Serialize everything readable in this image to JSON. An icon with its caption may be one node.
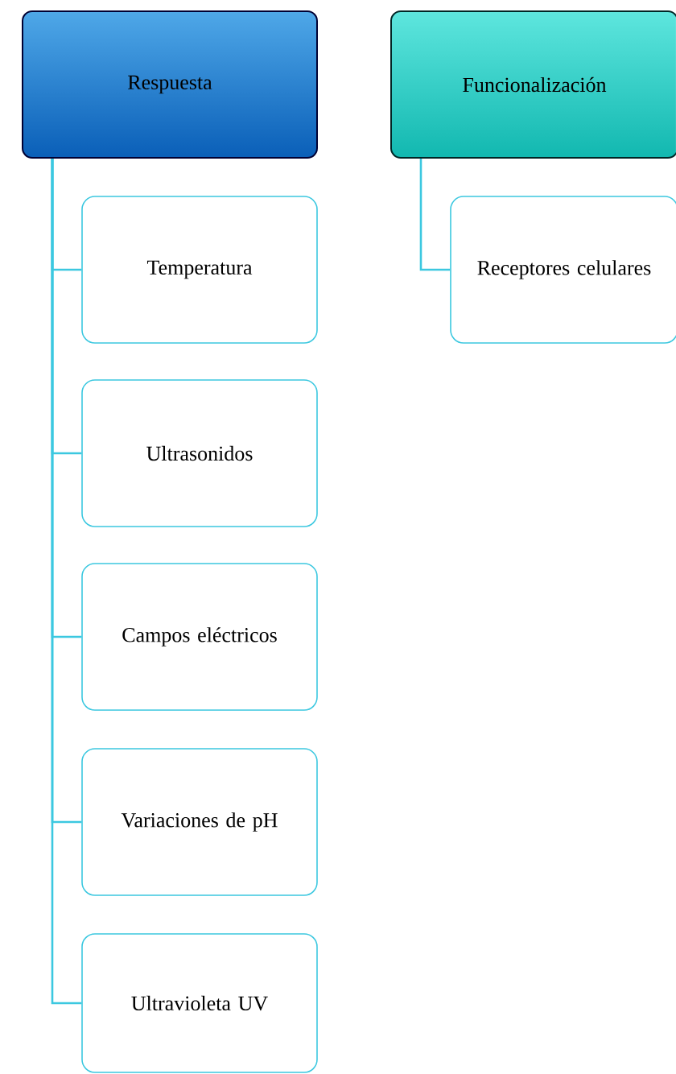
{
  "diagram": {
    "nodes": [
      {
        "text": [
          "Respuesta"
        ]
      },
      {
        "text": [
          "Temperatura"
        ]
      },
      {
        "text": [
          "Ultrasonidos"
        ]
      },
      {
        "text": [
          "Campos eléctricos"
        ]
      },
      {
        "text": [
          "Variaciones de pH"
        ]
      },
      {
        "text": [
          "Ultravioleta UV"
        ]
      },
      {
        "text": [
          "Funcionalización"
        ]
      },
      {
        "text": [
          "Receptores celulares"
        ]
      }
    ],
    "edges": [
      {
        "from": 0,
        "to": 1,
        "arrow": "none"
      },
      {
        "from": 0,
        "to": 2,
        "arrow": "none"
      },
      {
        "from": 0,
        "to": 3,
        "arrow": "none"
      },
      {
        "from": 0,
        "to": 4,
        "arrow": "none"
      },
      {
        "from": 0,
        "to": 5,
        "arrow": "none"
      },
      {
        "from": 6,
        "to": 7,
        "arrow": "none"
      }
    ]
  }
}
